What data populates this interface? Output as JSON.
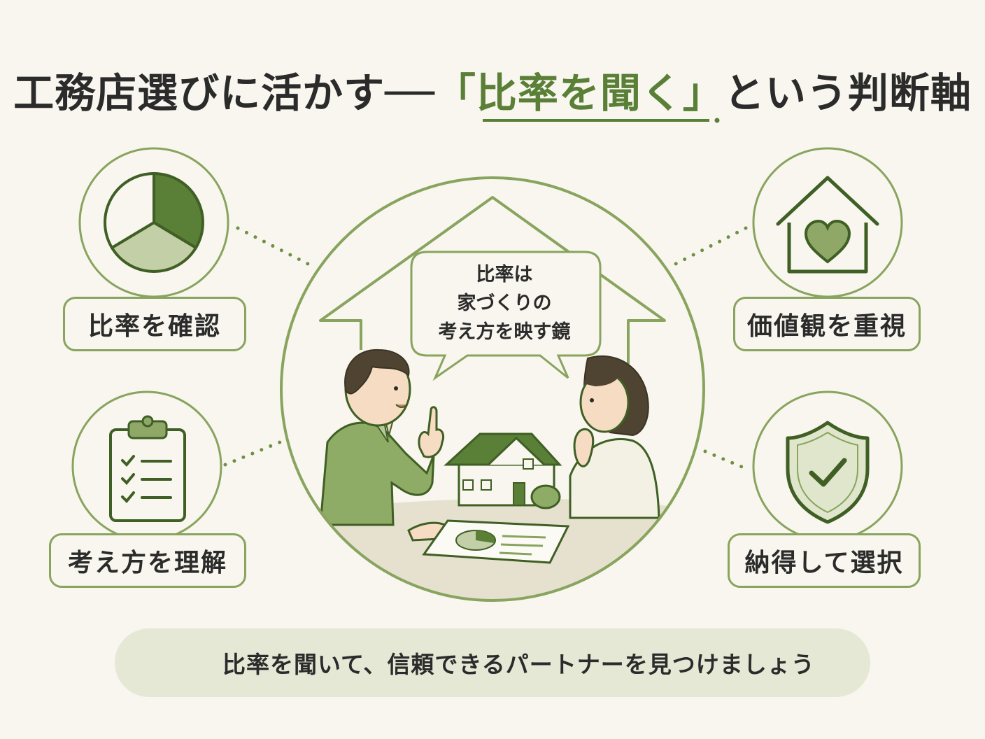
{
  "title": {
    "before": "工務店選びに活かす──",
    "accent": "「比率を聞く」",
    "after": "という判断軸"
  },
  "center": {
    "speech_lines": [
      "比率は",
      "家づくりの",
      "考え方を映す鏡"
    ]
  },
  "cards": {
    "top_left": {
      "label": "比率を確認",
      "icon": "pie-chart-icon"
    },
    "bottom_left": {
      "label": "考え方を理解",
      "icon": "clipboard-checklist-icon"
    },
    "top_right": {
      "label": "価値観を重視",
      "icon": "house-heart-icon"
    },
    "bottom_right": {
      "label": "納得して選択",
      "icon": "shield-check-icon"
    }
  },
  "footer": {
    "text": "比率を聞いて、信頼できるパートナーを見つけましょう",
    "icon": "sprout-icon"
  },
  "colors": {
    "background": "#f8f6ee",
    "accent_dark": "#4f7330",
    "accent_mid": "#88a45e",
    "accent_light": "#b9c79b",
    "footer_bg": "#e6e8d6",
    "text": "#2b2b2b"
  }
}
